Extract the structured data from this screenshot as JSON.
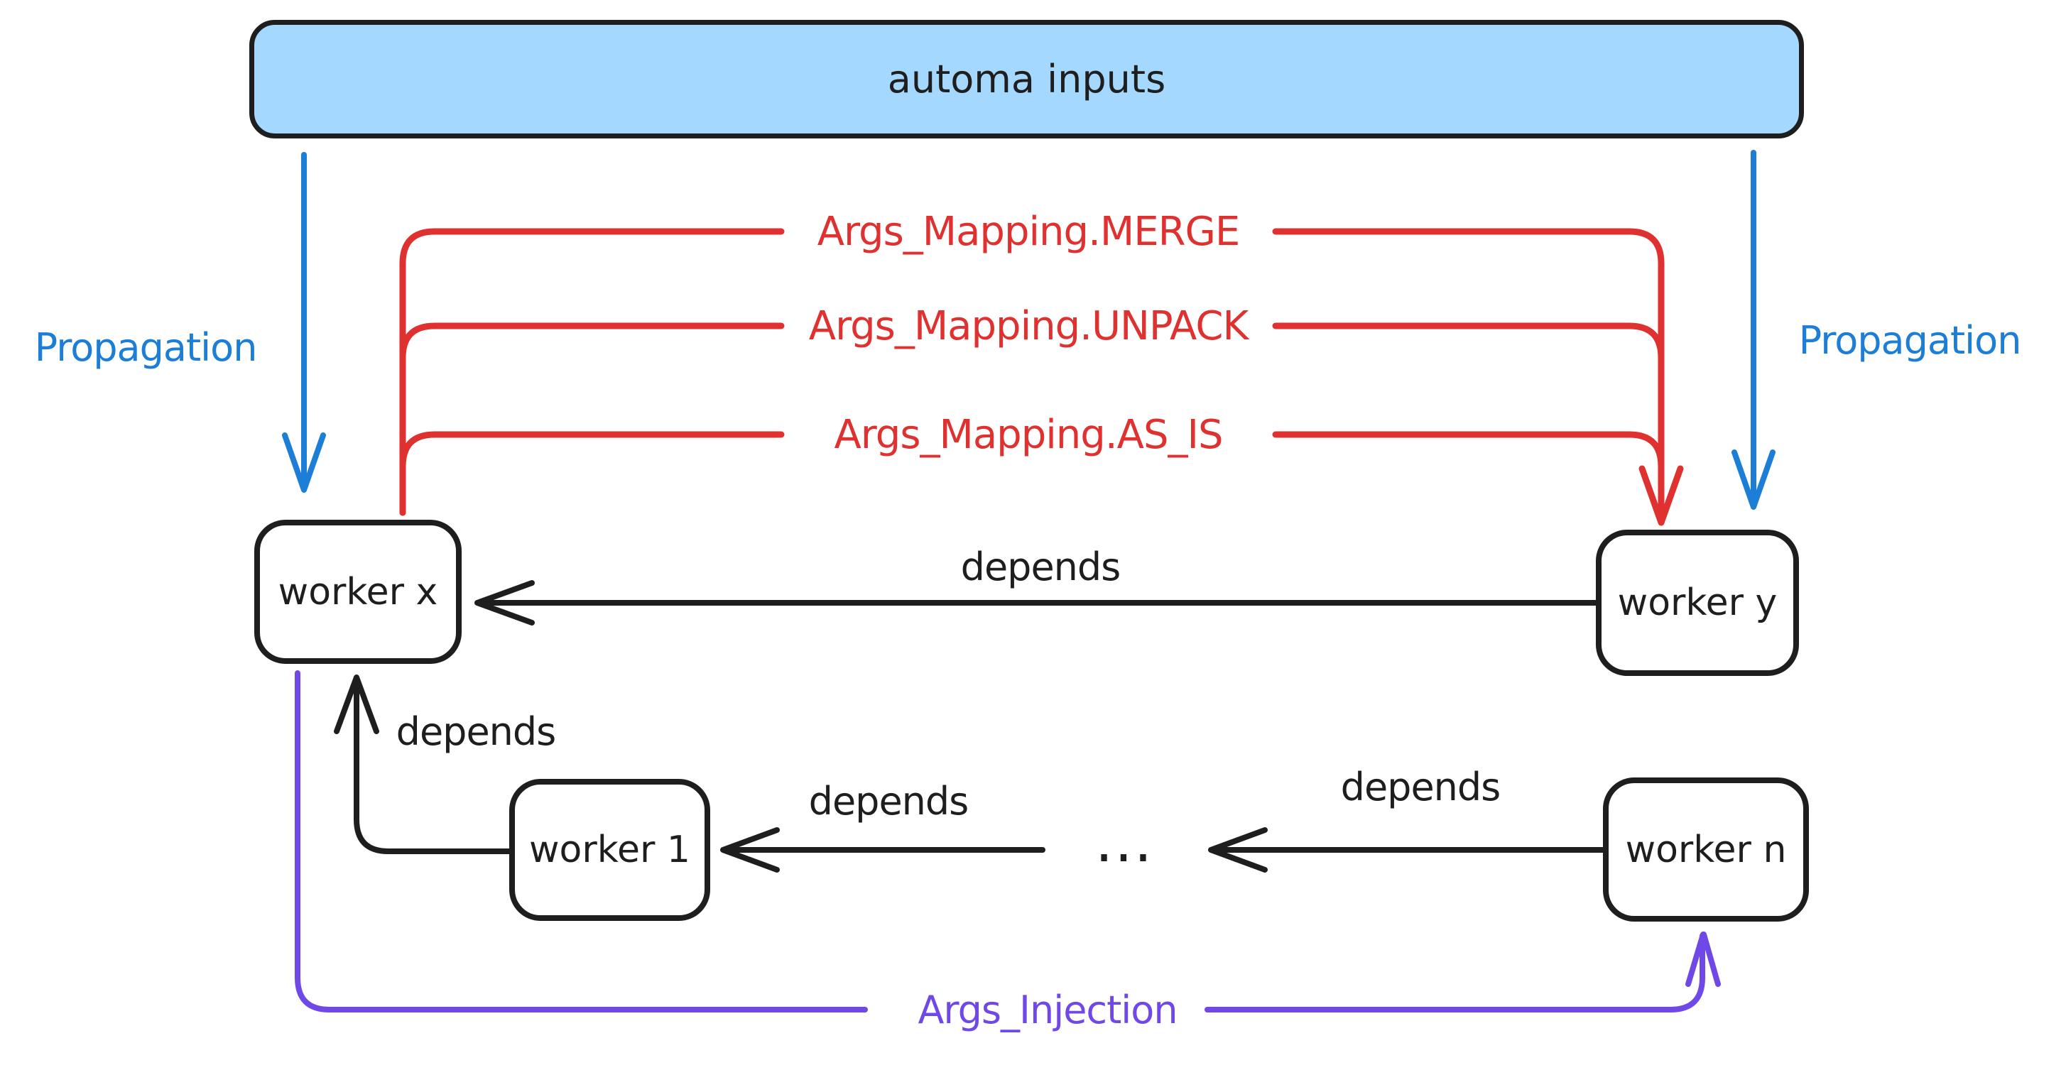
{
  "diagram": {
    "nodes": {
      "automa_inputs": {
        "label": "automa inputs",
        "fill": "#a5d8ff"
      },
      "worker_x": {
        "label": "worker x"
      },
      "worker_y": {
        "label": "worker y"
      },
      "worker_1": {
        "label": "worker 1"
      },
      "worker_n": {
        "label": "worker n"
      },
      "ellipsis": {
        "label": "..."
      }
    },
    "edges": {
      "propagation_left": {
        "label": "Propagation",
        "color": "#1c7ed6"
      },
      "propagation_right": {
        "label": "Propagation",
        "color": "#1c7ed6"
      },
      "args_mapping_merge": {
        "label": "Args_Mapping.MERGE",
        "color": "#e03131"
      },
      "args_mapping_unpack": {
        "label": "Args_Mapping.UNPACK",
        "color": "#e03131"
      },
      "args_mapping_as_is": {
        "label": "Args_Mapping.AS_IS",
        "color": "#e03131"
      },
      "depends_worker_y_to_worker_x": {
        "label": "depends",
        "color": "#1e1e1e"
      },
      "depends_worker_1_to_worker_x": {
        "label": "depends",
        "color": "#1e1e1e"
      },
      "depends_ellipsis_to_worker_1": {
        "label": "depends",
        "color": "#1e1e1e"
      },
      "depends_worker_n_to_ellipsis": {
        "label": "depends",
        "color": "#1e1e1e"
      },
      "args_injection": {
        "label": "Args_Injection",
        "color": "#7048e8"
      }
    },
    "colors": {
      "ink": "#1e1e1e",
      "background": "#ffffff",
      "automa_fill": "#a5d8ff",
      "propagation_blue": "#1c7ed6",
      "args_mapping_red": "#e03131",
      "args_injection_purple": "#7048e8"
    }
  }
}
